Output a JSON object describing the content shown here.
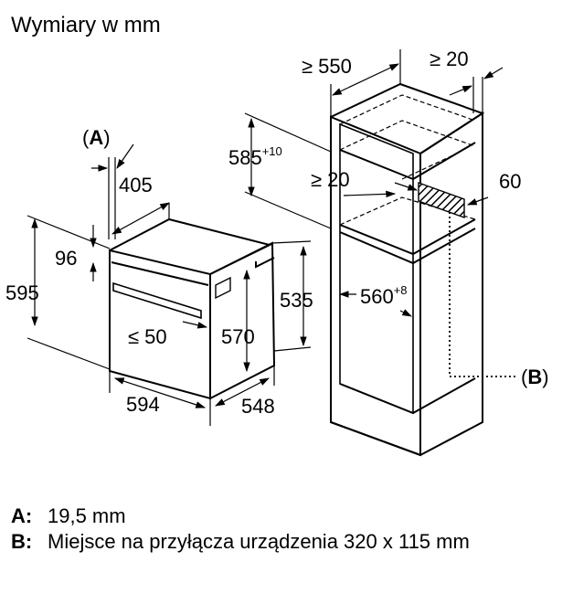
{
  "title": "Wymiary w mm",
  "dims": {
    "a_label": "A",
    "b_label": "B",
    "d405": "405",
    "d96": "96",
    "d595": "595",
    "d50": "≤ 50",
    "d570": "570",
    "d535": "535",
    "d594": "594",
    "d548": "548",
    "d550": "≥ 550",
    "d20_top": "≥ 20",
    "d585": "585",
    "d585_sup": "+10",
    "d20_mid": "≥ 20",
    "d60": "60",
    "d560": "560",
    "d560_sup": "+8"
  },
  "legend": [
    {
      "key": "A:",
      "value": "19,5 mm"
    },
    {
      "key": "B:",
      "value": "Miejsce na przyłącza urządzenia 320 x 115 mm"
    }
  ]
}
